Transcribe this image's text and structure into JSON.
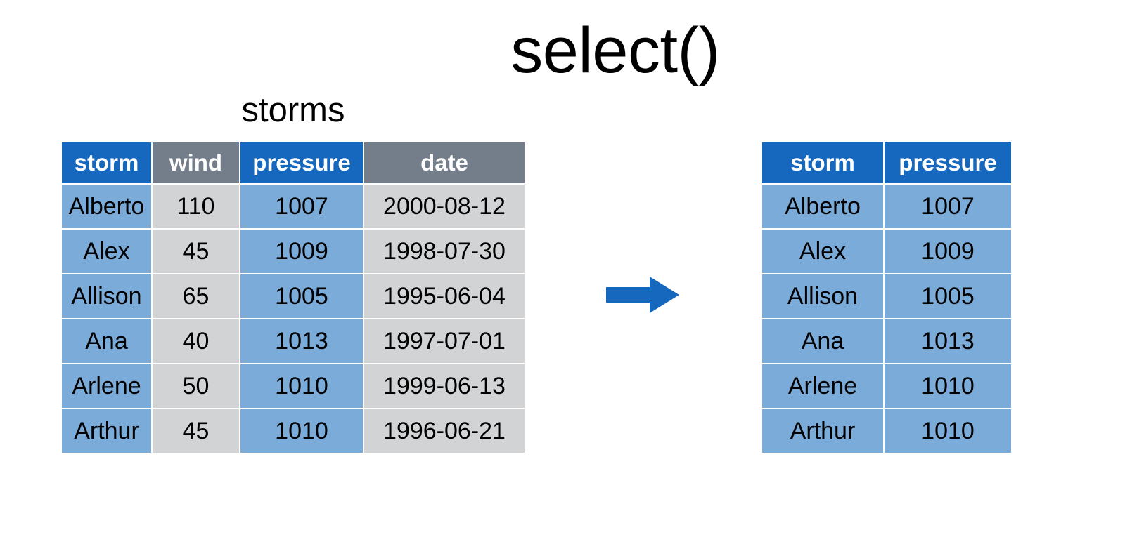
{
  "slide": {
    "title": "select()",
    "background": "#ffffff"
  },
  "colors": {
    "header_blue": "#1668be",
    "header_gray": "#737e8a",
    "cell_blue": "#7aabd9",
    "cell_gray": "#d2d3d5",
    "arrow_blue": "#1668be",
    "text": "#000000",
    "header_text": "#ffffff"
  },
  "source_table": {
    "caption": "storms",
    "columns": [
      {
        "label": "storm",
        "header_fill": "header_blue",
        "cell_fill": "cell_blue"
      },
      {
        "label": "wind",
        "header_fill": "header_gray",
        "cell_fill": "cell_gray"
      },
      {
        "label": "pressure",
        "header_fill": "header_blue",
        "cell_fill": "cell_blue"
      },
      {
        "label": "date",
        "header_fill": "header_gray",
        "cell_fill": "cell_gray"
      }
    ],
    "rows": [
      [
        "Alberto",
        "110",
        "1007",
        "2000-08-12"
      ],
      [
        "Alex",
        "45",
        "1009",
        "1998-07-30"
      ],
      [
        "Allison",
        "65",
        "1005",
        "1995-06-04"
      ],
      [
        "Ana",
        "40",
        "1013",
        "1997-07-01"
      ],
      [
        "Arlene",
        "50",
        "1010",
        "1999-06-13"
      ],
      [
        "Arthur",
        "45",
        "1010",
        "1996-06-21"
      ]
    ]
  },
  "arrow": {
    "direction": "right",
    "icon": "arrow-right-icon"
  },
  "result_table": {
    "caption": "",
    "columns": [
      {
        "label": "storm",
        "header_fill": "header_blue",
        "cell_fill": "cell_blue"
      },
      {
        "label": "pressure",
        "header_fill": "header_blue",
        "cell_fill": "cell_blue"
      }
    ],
    "rows": [
      [
        "Alberto",
        "1007"
      ],
      [
        "Alex",
        "1009"
      ],
      [
        "Allison",
        "1005"
      ],
      [
        "Ana",
        "1013"
      ],
      [
        "Arlene",
        "1010"
      ],
      [
        "Arthur",
        "1010"
      ]
    ]
  }
}
